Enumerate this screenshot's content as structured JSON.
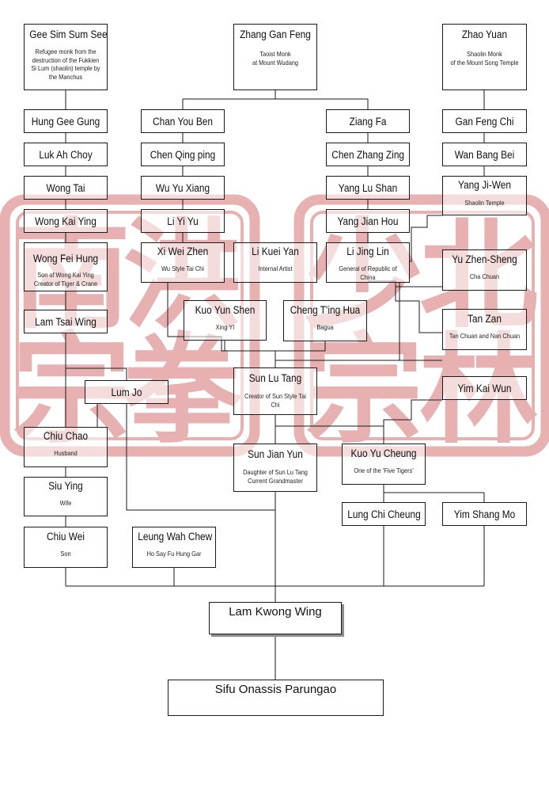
{
  "watermark": {
    "left_chars": [
      "洪",
      "南",
      "宗",
      "拳"
    ],
    "right_chars": [
      "北",
      "少",
      "宗",
      "林"
    ],
    "color": "#c94848"
  },
  "nodes": {
    "gee_sim_sum_see": {
      "name": "Gee Sim Sum See",
      "desc": "Refugee monk from the destruction of the Fukkien Si Lum (shaolin) temple by the Manchus"
    },
    "zhang_gan_feng": {
      "name": "Zhang Gan Feng",
      "desc": "Taoist Monk\nat Mount Wudang"
    },
    "zhao_yuan": {
      "name": "Zhao Yuan",
      "desc": "Shaolin Monk\nof the Mount Song Temple"
    },
    "hung_gee_gung": {
      "name": "Hung Gee Gung"
    },
    "chan_you_ben": {
      "name": "Chan You Ben"
    },
    "ziang_fa": {
      "name": "Ziang Fa"
    },
    "gan_feng_chi": {
      "name": "Gan Feng Chi"
    },
    "luk_ah_choy": {
      "name": "Luk Ah Choy"
    },
    "chen_qing_ping": {
      "name": "Chen Qing ping"
    },
    "chen_zhang_zing": {
      "name": "Chen Zhang Zing"
    },
    "wan_bang_bei": {
      "name": "Wan Bang Bei"
    },
    "wong_tai": {
      "name": "Wong Tai"
    },
    "wu_yu_xiang": {
      "name": "Wu Yu Xiang"
    },
    "yang_lu_shan": {
      "name": "Yang Lu Shan"
    },
    "yang_ji_wen": {
      "name": "Yang Ji-Wen",
      "desc": "Shaolin Temple"
    },
    "wong_kai_ying": {
      "name": "Wong Kai Ying"
    },
    "li_yi_yu": {
      "name": "Li Yi Yu"
    },
    "yang_jian_hou": {
      "name": "Yang Jian Hou"
    },
    "wong_fei_hung": {
      "name": "Wong Fei Hung",
      "desc": "Son of Wong Kai Ying\nCreator of Tiger & Crane"
    },
    "xi_wei_zhen": {
      "name": "Xi Wei Zhen",
      "desc": "Wu Style Tai Chi"
    },
    "li_kuei_yan": {
      "name": "Li Kuei Yan",
      "desc": "Internal Artist"
    },
    "li_jing_lin": {
      "name": "Li Jing Lin",
      "desc": "General  of Republic of China"
    },
    "yu_zhen_sheng": {
      "name": "Yu Zhen-Sheng",
      "desc": "Cha Chuan"
    },
    "lam_tsai_wing": {
      "name": "Lam Tsai Wing"
    },
    "kuo_yun_shen": {
      "name": "Kuo Yun Shen",
      "desc": "Xing YI"
    },
    "cheng_ting_hua": {
      "name": "Cheng T'ing Hua",
      "desc": "Bagua"
    },
    "tan_zan": {
      "name": "Tan Zan",
      "desc": "Tan Chuan and Nan Chuan"
    },
    "lum_jo": {
      "name": "Lum Jo"
    },
    "sun_lu_tang": {
      "name": "Sun Lu Tang",
      "desc": "Creator of Sun Style Tai Chi"
    },
    "yim_kai_wun": {
      "name": "Yim Kai Wun"
    },
    "chiu_chao": {
      "name": "Chiu Chao",
      "desc": "Husband"
    },
    "sun_jian_yun": {
      "name": "Sun Jian Yun",
      "desc": "Daughter of Sun Lu Tang\nCurrent Grandmaster"
    },
    "kuo_yu_cheung": {
      "name": "Kuo Yu Cheung",
      "desc": "One of the 'Five Tigers'"
    },
    "siu_ying": {
      "name": "Siu Ying",
      "desc": "Wife"
    },
    "lung_chi_cheung": {
      "name": "Lung Chi Cheung"
    },
    "yim_shang_mo": {
      "name": "Yim Shang Mo"
    },
    "chiu_wei": {
      "name": "Chiu Wei",
      "desc": "Son"
    },
    "leung_wah_chew": {
      "name": "Leung Wah Chew",
      "desc": "Ho Say Fu Hung Gar"
    },
    "lam_kwong_wing": {
      "name": "Lam Kwong Wing"
    },
    "sifu_onassis_parungao": {
      "name": "Sifu Onassis Parungao"
    }
  }
}
